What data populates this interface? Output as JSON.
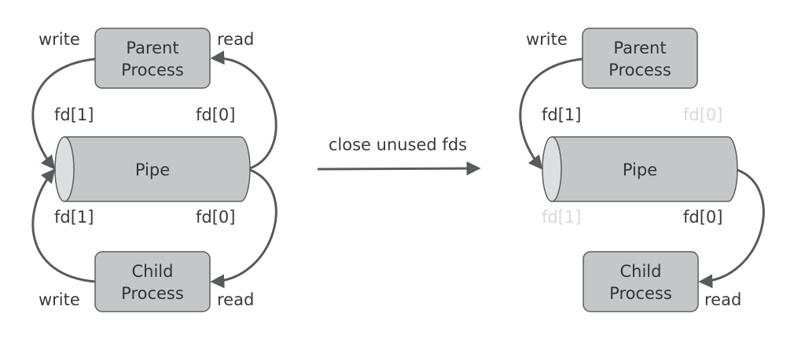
{
  "left": {
    "parent_line1": "Parent",
    "parent_line2": "Process",
    "child_line1": "Child",
    "child_line2": "Process",
    "pipe": "Pipe",
    "write_top": "write",
    "read_top": "read",
    "write_bottom": "write",
    "read_bottom": "read",
    "fd1_top": "fd[1]",
    "fd0_top": "fd[0]",
    "fd1_bottom": "fd[1]",
    "fd0_bottom": "fd[0]"
  },
  "middle": {
    "label": "close unused fds"
  },
  "right": {
    "parent_line1": "Parent",
    "parent_line2": "Process",
    "child_line1": "Child",
    "child_line2": "Process",
    "pipe": "Pipe",
    "write_top": "write",
    "read_bottom": "read",
    "fd1_top": "fd[1]",
    "fd0_top": "fd[0]",
    "fd1_bottom": "fd[1]",
    "fd0_bottom": "fd[0]"
  },
  "colors": {
    "box_fill": "#c3c7c8",
    "box_stroke": "#5b5f61",
    "pipe_cap": "#dcdfe0",
    "arrow": "#575b5e",
    "dimmed_text": "#d9d9d9"
  }
}
